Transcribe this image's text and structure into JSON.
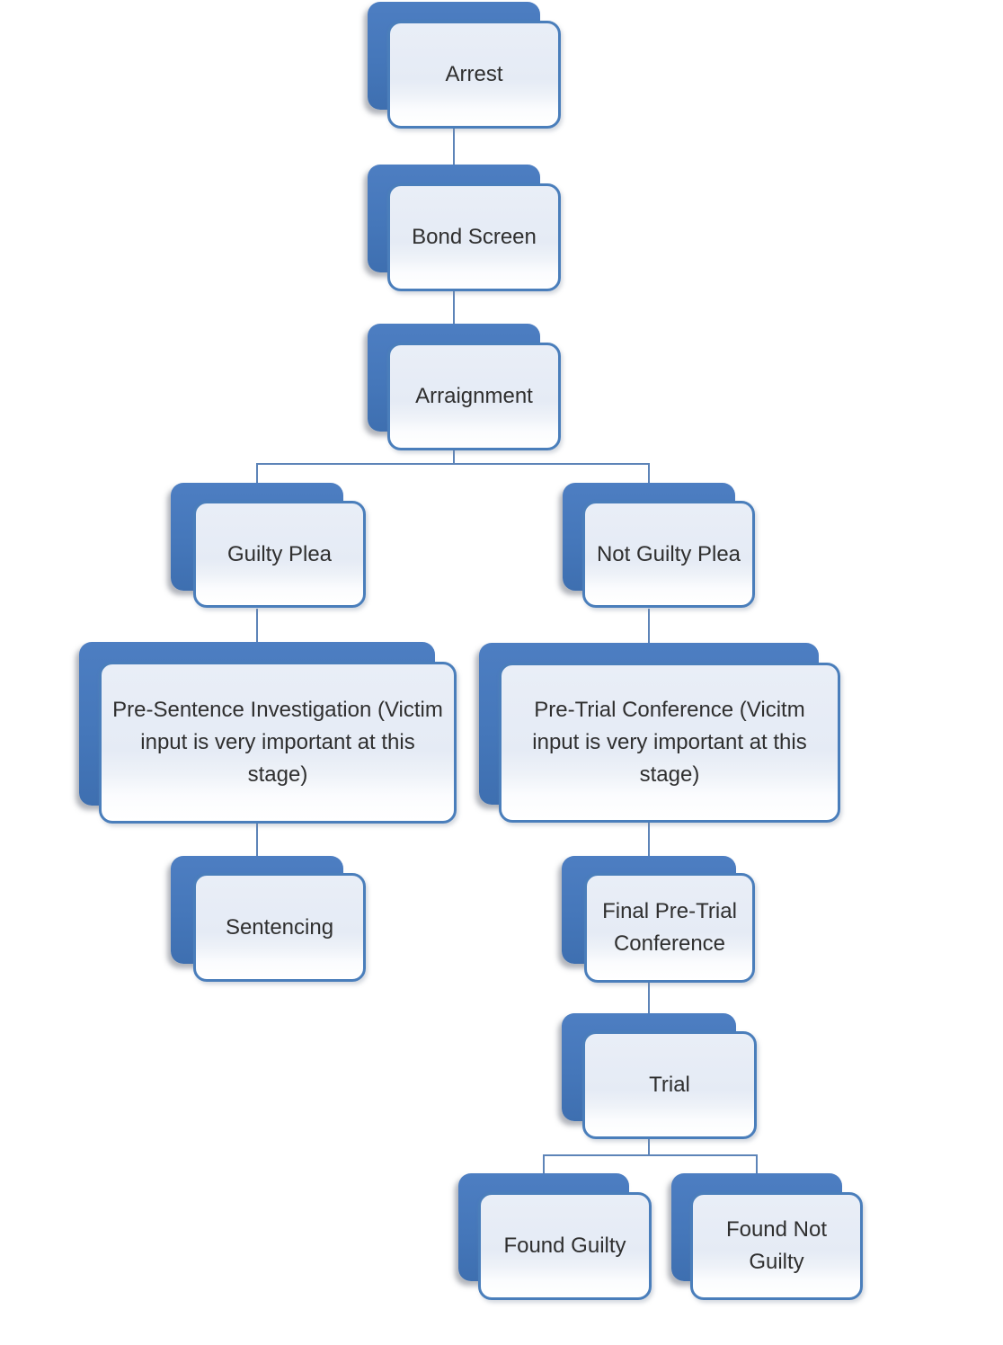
{
  "diagram": {
    "type": "flowchart",
    "background_color": "#ffffff",
    "colors": {
      "node_back": "#4a7ebd",
      "node_border": "#4a7ebb",
      "node_fill_top": "#e9eef7",
      "node_fill_bottom": "#ffffff",
      "connector": "#5d84b8",
      "text": "#2f2f2f"
    },
    "nodes": {
      "arrest": {
        "label": "Arrest"
      },
      "bond_screen": {
        "label": "Bond Screen"
      },
      "arraignment": {
        "label": "Arraignment"
      },
      "guilty_plea": {
        "label": "Guilty Plea"
      },
      "not_guilty_plea": {
        "label": "Not Guilty Plea"
      },
      "pre_sentence_investigation": {
        "label": "Pre-Sentence Investigation (Victim\ninput is very important at this\nstage)"
      },
      "pre_trial_conference": {
        "label": "Pre-Trial Conference (Vicitm\ninput is very important at this\nstage)"
      },
      "sentencing": {
        "label": "Sentencing"
      },
      "final_pre_trial_conference": {
        "label": "Final Pre-Trial\nConference"
      },
      "trial": {
        "label": "Trial"
      },
      "found_guilty": {
        "label": "Found Guilty"
      },
      "found_not_guilty": {
        "label": "Found Not\nGuilty"
      }
    },
    "edges": [
      {
        "from": "arrest",
        "to": "bond_screen"
      },
      {
        "from": "bond_screen",
        "to": "arraignment"
      },
      {
        "from": "arraignment",
        "to": "guilty_plea"
      },
      {
        "from": "arraignment",
        "to": "not_guilty_plea"
      },
      {
        "from": "guilty_plea",
        "to": "pre_sentence_investigation"
      },
      {
        "from": "pre_sentence_investigation",
        "to": "sentencing"
      },
      {
        "from": "not_guilty_plea",
        "to": "pre_trial_conference"
      },
      {
        "from": "pre_trial_conference",
        "to": "final_pre_trial_conference"
      },
      {
        "from": "final_pre_trial_conference",
        "to": "trial"
      },
      {
        "from": "trial",
        "to": "found_guilty"
      },
      {
        "from": "trial",
        "to": "found_not_guilty"
      }
    ]
  }
}
